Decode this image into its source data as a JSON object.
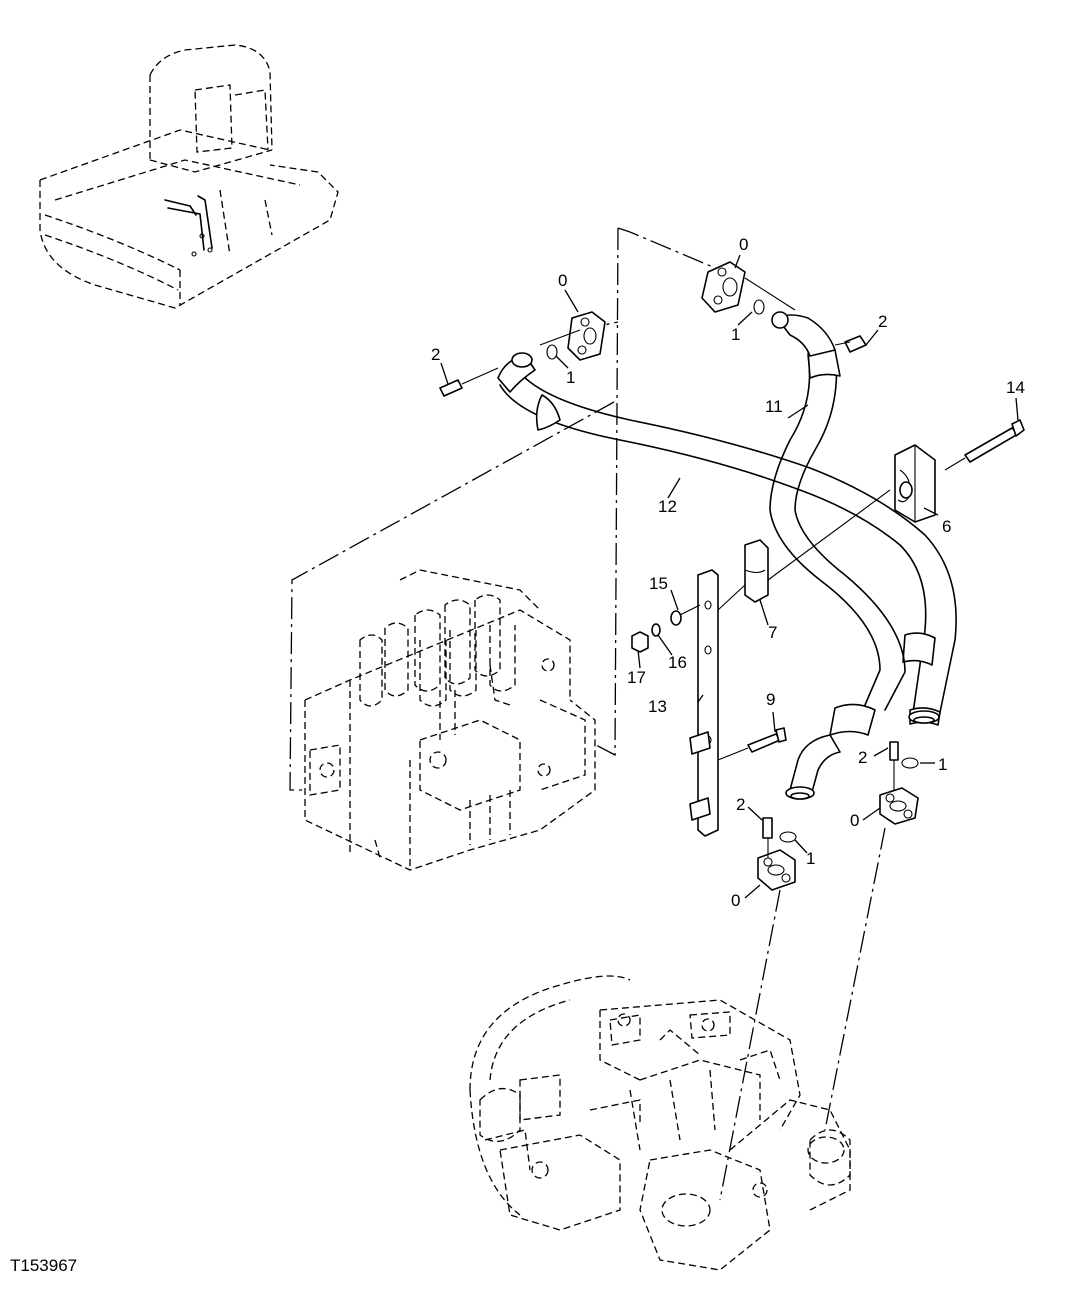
{
  "figure_id": "T153967",
  "callouts": {
    "c0_top": "0",
    "c0_left": "0",
    "c0_right": "0",
    "c0_bottom": "0",
    "c1_top": "1",
    "c1_left": "1",
    "c1_right": "1",
    "c1_bottom": "1",
    "c2_topright": "2",
    "c2_left": "2",
    "c2_right": "2",
    "c2_bottom": "2",
    "c6": "6",
    "c7": "7",
    "c9": "9",
    "c11": "11",
    "c12": "12",
    "c13": "13",
    "c14": "14",
    "c15": "15",
    "c16": "16",
    "c17": "17"
  }
}
